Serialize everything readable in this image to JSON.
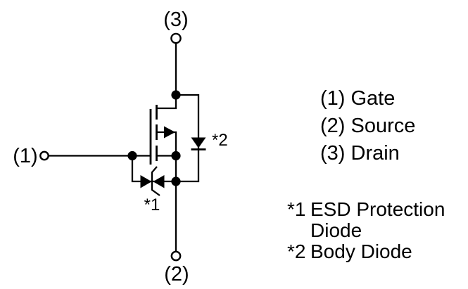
{
  "colors": {
    "background": "#ffffff",
    "line": "#000000",
    "text": "#000000"
  },
  "terminals": {
    "gate": "(1)",
    "source": "(2)",
    "drain": "(3)"
  },
  "symbol_refs": {
    "esd_diode": "*1",
    "body_diode": "*2"
  },
  "legend": {
    "items": [
      {
        "label": "(1) Gate"
      },
      {
        "label": "(2) Source"
      },
      {
        "label": "(3) Drain"
      }
    ]
  },
  "notes": [
    {
      "ref": "*1",
      "line1": "ESD Protection",
      "line2": "Diode"
    },
    {
      "ref": "*2",
      "line1": "Body Diode"
    }
  ]
}
